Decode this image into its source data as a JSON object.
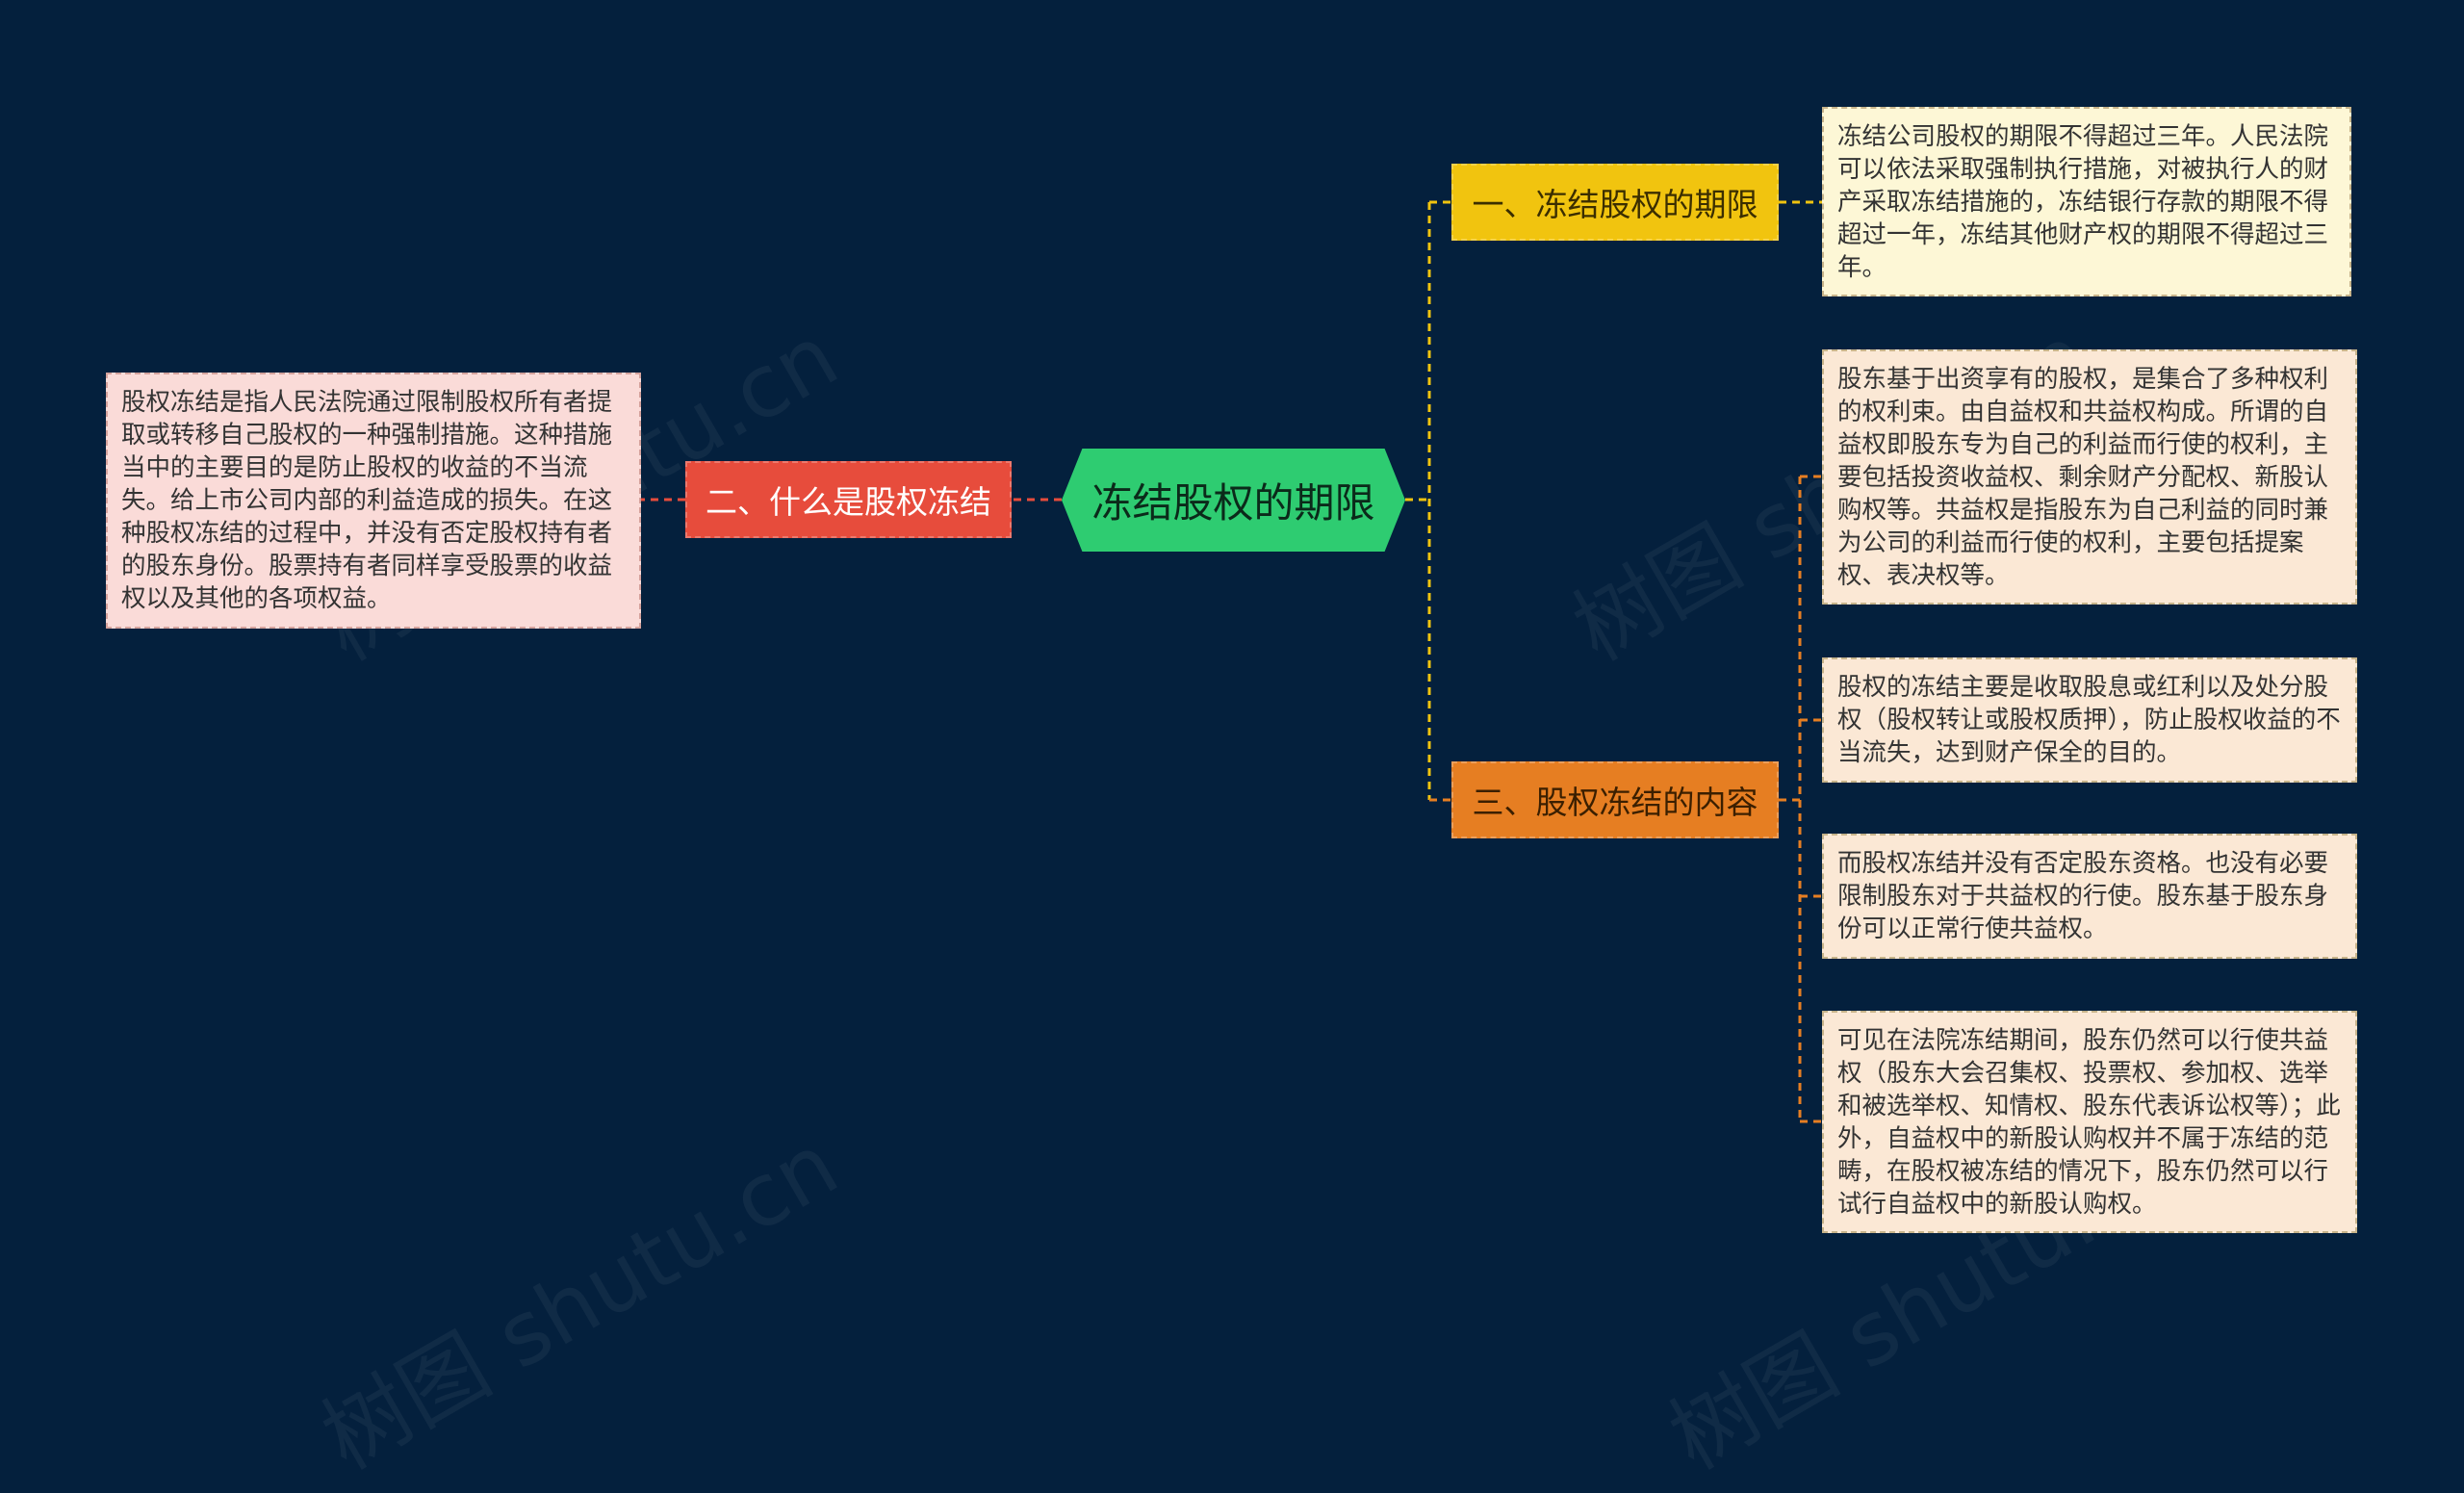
{
  "watermark": "树图 shutu.cn",
  "center": {
    "label": "冻结股权的期限"
  },
  "branches": [
    {
      "label": "一、冻结股权的期限",
      "color": "#f1c40f"
    },
    {
      "label": "二、什么是股权冻结",
      "color": "#e74c3c"
    },
    {
      "label": "三、股权冻结的内容",
      "color": "#e67e22"
    }
  ],
  "leaves": [
    {
      "text": "冻结公司股权的期限不得超过三年。人民法院可以依法采取强制执行措施，对被执行人的财产采取冻结措施的，冻结银行存款的期限不得超过一年，冻结其他财产权的期限不得超过三年。"
    },
    {
      "text": "股权冻结是指人民法院通过限制股权所有者提取或转移自己股权的一种强制措施。这种措施当中的主要目的是防止股权的收益的不当流失。给上市公司内部的利益造成的损失。在这种股权冻结的过程中，并没有否定股权持有者的股东身份。股票持有者同样享受股票的收益权以及其他的各项权益。"
    },
    {
      "text": "股东基于出资享有的股权，是集合了多种权利的权利束。由自益权和共益权构成。所谓的自益权即股东专为自己的利益而行使的权利，主要包括投资收益权、剩余财产分配权、新股认购权等。共益权是指股东为自己利益的同时兼为公司的利益而行使的权利，主要包括提案权、表决权等。"
    },
    {
      "text": "股权的冻结主要是收取股息或红利以及处分股权（股权转让或股权质押），防止股权收益的不当流失，达到财产保全的目的。"
    },
    {
      "text": "而股权冻结并没有否定股东资格。也没有必要限制股东对于共益权的行使。股东基于股东身份可以正常行使共益权。"
    },
    {
      "text": "可见在法院冻结期间，股东仍然可以行使共益权（股东大会召集权、投票权、参加权、选举和被选举权、知情权、股东代表诉讼权等）；此外，自益权中的新股认购权并不属于冻结的范畴，在股权被冻结的情况下，股东仍然可以行试行自益权中的新股认购权。"
    }
  ]
}
